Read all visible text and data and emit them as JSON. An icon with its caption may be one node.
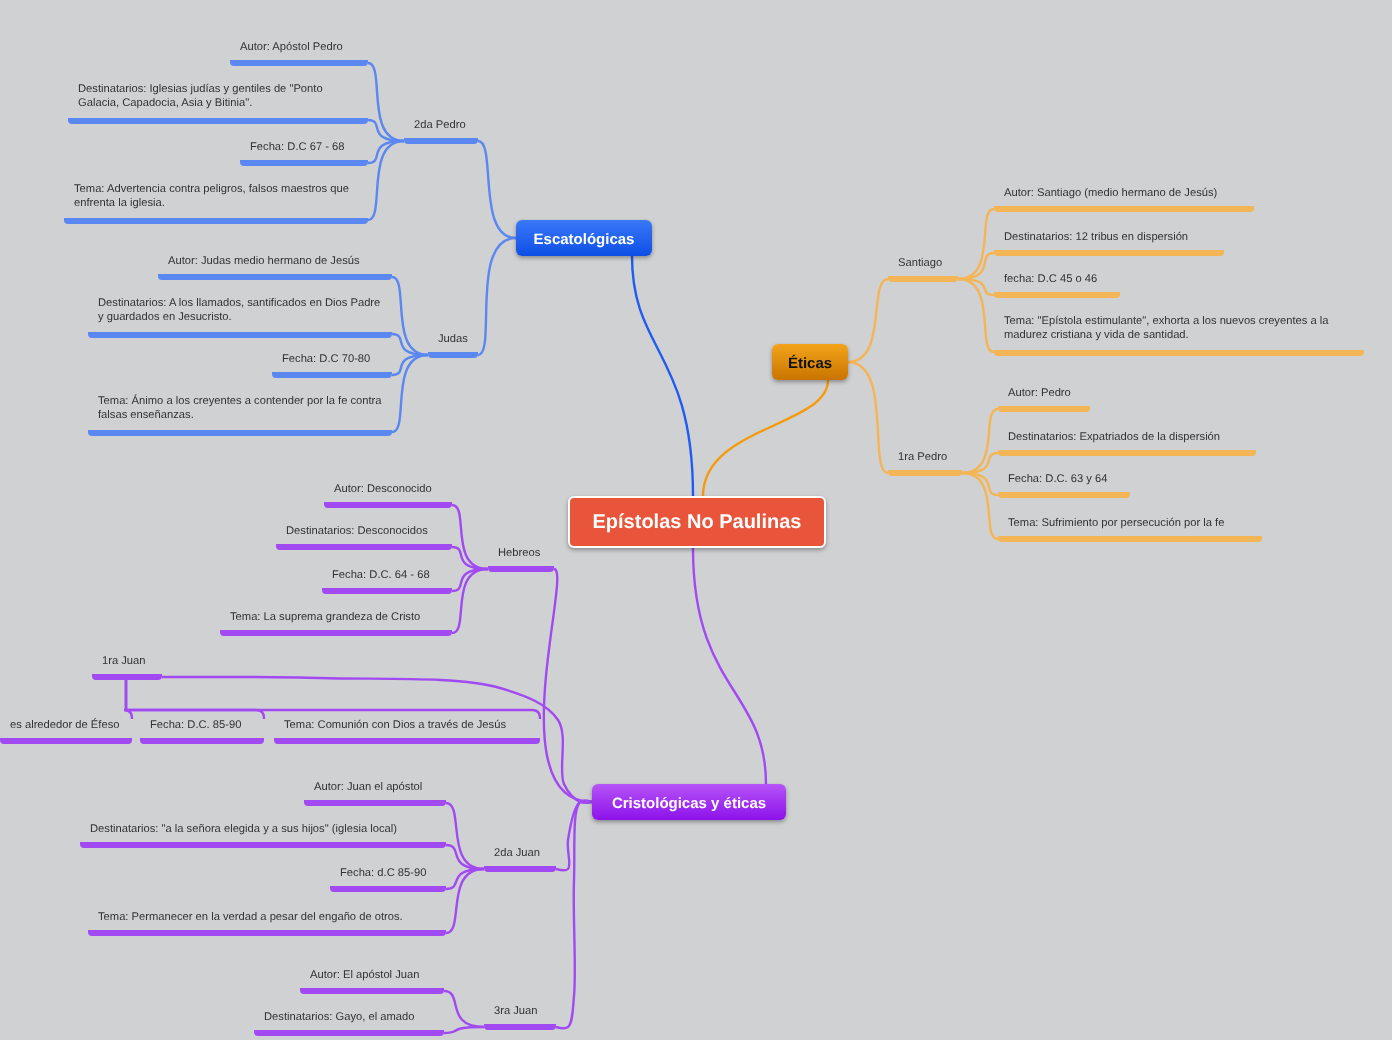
{
  "diagram": {
    "nodes": [
      {
        "text": [
          "Epístolas No Paulinas"
        ]
      },
      {
        "text": [
          "Escatológicas"
        ]
      },
      {
        "text": [
          "2da Pedro"
        ]
      },
      {
        "text": [
          "Autor: Apóstol Pedro"
        ]
      },
      {
        "text": [
          "Destinatarios: Iglesias judías y gentiles de \"Ponto Galacia, Capadocia, Asia y Bitinia\"."
        ]
      },
      {
        "text": [
          "Fecha: D.C 67 - 68"
        ]
      },
      {
        "text": [
          "Tema: Advertencia contra peligros, falsos maestros que enfrenta la iglesia."
        ]
      },
      {
        "text": [
          "Judas"
        ]
      },
      {
        "text": [
          "Autor: Judas medio hermano de Jesús"
        ]
      },
      {
        "text": [
          "Destinatarios: A los llamados, santificados en Dios Padre y guardados en Jesucristo."
        ]
      },
      {
        "text": [
          "Fecha: D.C 70-80"
        ]
      },
      {
        "text": [
          "Tema: Ánimo a los creyentes a contender por la fe contra falsas enseñanzas."
        ]
      },
      {
        "text": [
          "Éticas"
        ]
      },
      {
        "text": [
          "Santiago"
        ]
      },
      {
        "text": [
          "Autor: Santiago (medio hermano de Jesús)"
        ]
      },
      {
        "text": [
          "Destinatarios: 12 tribus en dispersión"
        ]
      },
      {
        "text": [
          "fecha: D.C 45 o 46"
        ]
      },
      {
        "text": [
          "Tema: \"Epístola estimulante\", exhorta a los nuevos creyentes a la madurez cristiana y vida de santidad."
        ]
      },
      {
        "text": [
          "1ra Pedro"
        ]
      },
      {
        "text": [
          "Autor: Pedro"
        ]
      },
      {
        "text": [
          "Destinatarios: Expatriados de la dispersión"
        ]
      },
      {
        "text": [
          "Fecha: D.C. 63 y 64"
        ]
      },
      {
        "text": [
          "Tema: Sufrimiento por persecución por la fe"
        ]
      },
      {
        "text": [
          "Cristológicas y éticas"
        ]
      },
      {
        "text": [
          "Hebreos"
        ]
      },
      {
        "text": [
          "Autor: Desconocido"
        ]
      },
      {
        "text": [
          "Destinatarios: Desconocidos"
        ]
      },
      {
        "text": [
          "Fecha: D.C. 64 - 68"
        ]
      },
      {
        "text": [
          "Tema: La suprema grandeza de Cristo"
        ]
      },
      {
        "text": [
          "1ra Juan"
        ]
      },
      {
        "text": [
          "es alrededor de Éfeso"
        ]
      },
      {
        "text": [
          "Fecha: D.C. 85-90"
        ]
      },
      {
        "text": [
          "Tema: Comunión con Dios a través de Jesús"
        ]
      },
      {
        "text": [
          "2da Juan"
        ]
      },
      {
        "text": [
          "Autor: Juan el apóstol"
        ]
      },
      {
        "text": [
          "Destinatarios: \"a la señora elegida y a sus hijos\" (iglesia local)"
        ]
      },
      {
        "text": [
          "Fecha: d.C 85-90"
        ]
      },
      {
        "text": [
          "Tema: Permanecer en la verdad a pesar del engaño de otros."
        ]
      },
      {
        "text": [
          "3ra Juan"
        ]
      },
      {
        "text": [
          "Autor: El apóstol Juan"
        ]
      },
      {
        "text": [
          "Destinatarios: Gayo, el amado"
        ]
      }
    ],
    "edges": [
      {
        "from": 0,
        "to": 1,
        "arrow": "none",
        "color": "#1f5cf2"
      },
      {
        "from": 0,
        "to": 12,
        "arrow": "none",
        "color": "#f59a0a"
      },
      {
        "from": 0,
        "to": 23,
        "arrow": "none"
      },
      {
        "from": 1,
        "to": 2,
        "arrow": "none",
        "color": "#5b87f0"
      },
      {
        "from": 1,
        "to": 7,
        "arrow": "none",
        "color": "#5b87f0"
      },
      {
        "from": 2,
        "to": 3,
        "arrow": "none",
        "color": "#5b87f0"
      },
      {
        "from": 2,
        "to": 4,
        "arrow": "none",
        "color": "#5b87f0"
      },
      {
        "from": 2,
        "to": 5,
        "arrow": "none",
        "color": "#5b87f0"
      },
      {
        "from": 2,
        "to": 6,
        "arrow": "none",
        "color": "#5b87f0"
      },
      {
        "from": 7,
        "to": 8,
        "arrow": "none",
        "color": "#5b87f0"
      },
      {
        "from": 7,
        "to": 9,
        "arrow": "none",
        "color": "#5b87f0"
      },
      {
        "from": 7,
        "to": 10,
        "arrow": "none",
        "color": "#5b87f0"
      },
      {
        "from": 7,
        "to": 11,
        "arrow": "none",
        "color": "#5b87f0"
      },
      {
        "from": 12,
        "to": 13,
        "arrow": "none",
        "color": "#f4b556"
      },
      {
        "from": 12,
        "to": 18,
        "arrow": "none",
        "color": "#f4b556"
      },
      {
        "from": 13,
        "to": 14,
        "arrow": "none",
        "color": "#f4b556"
      },
      {
        "from": 13,
        "to": 15,
        "arrow": "none",
        "color": "#f4b556"
      },
      {
        "from": 13,
        "to": 16,
        "arrow": "none",
        "color": "#f4b556"
      },
      {
        "from": 13,
        "to": 17,
        "arrow": "none",
        "color": "#f4b556"
      },
      {
        "from": 18,
        "to": 19,
        "arrow": "none",
        "color": "#f4b556"
      },
      {
        "from": 18,
        "to": 20,
        "arrow": "none",
        "color": "#f4b556"
      },
      {
        "from": 18,
        "to": 21,
        "arrow": "none",
        "color": "#f4b556"
      },
      {
        "from": 18,
        "to": 22,
        "arrow": "none",
        "color": "#f4b556"
      },
      {
        "from": 23,
        "to": 24,
        "arrow": "none"
      },
      {
        "from": 23,
        "to": 29,
        "arrow": "none"
      },
      {
        "from": 23,
        "to": 33,
        "arrow": "none"
      },
      {
        "from": 23,
        "to": 38,
        "arrow": "none"
      },
      {
        "from": 24,
        "to": 25,
        "arrow": "none"
      },
      {
        "from": 24,
        "to": 26,
        "arrow": "none"
      },
      {
        "from": 24,
        "to": 27,
        "arrow": "none"
      },
      {
        "from": 24,
        "to": 28,
        "arrow": "none"
      },
      {
        "from": 29,
        "to": 30,
        "arrow": "none"
      },
      {
        "from": 29,
        "to": 31,
        "arrow": "none"
      },
      {
        "from": 29,
        "to": 32,
        "arrow": "none"
      },
      {
        "from": 33,
        "to": 34,
        "arrow": "none"
      },
      {
        "from": 33,
        "to": 35,
        "arrow": "none"
      },
      {
        "from": 33,
        "to": 36,
        "arrow": "none"
      },
      {
        "from": 33,
        "to": 37,
        "arrow": "none"
      },
      {
        "from": 38,
        "to": 39,
        "arrow": "none"
      },
      {
        "from": 38,
        "to": 40,
        "arrow": "none"
      }
    ]
  }
}
